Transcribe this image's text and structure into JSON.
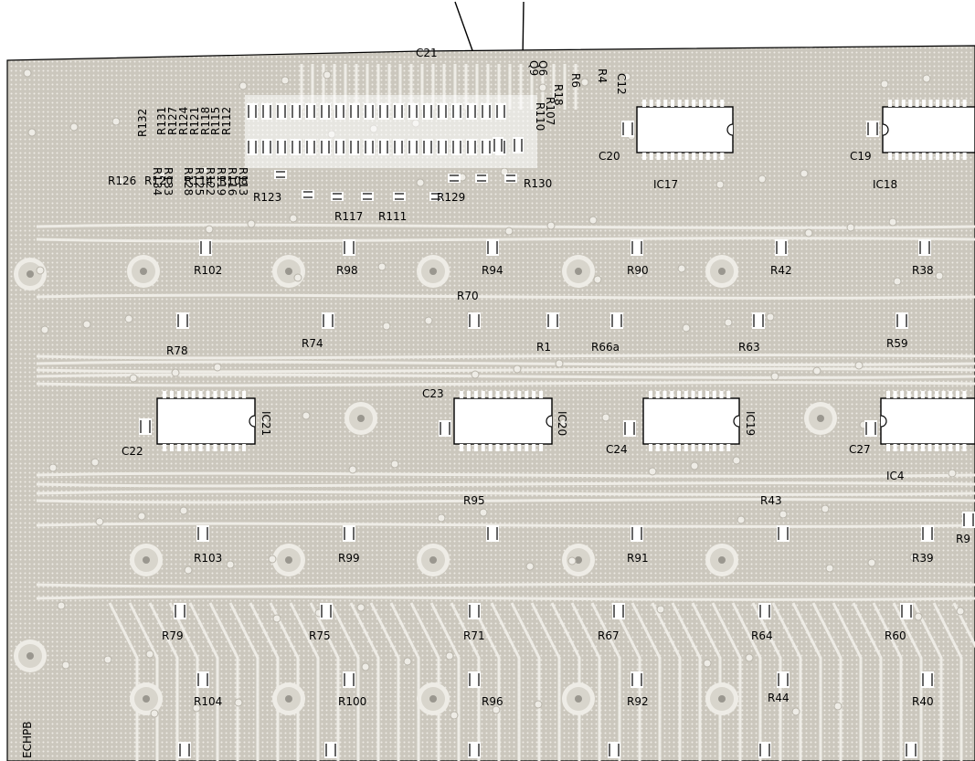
{
  "colors": {
    "board": "#cbc7bd",
    "trace": "#eeece6",
    "ink": "#000000",
    "background": "#ffffff"
  },
  "labels": {
    "resistor_grid_row1": [
      "R112",
      "R115",
      "R118",
      "R121",
      "R124",
      "R127",
      "R131",
      "R132"
    ],
    "resistor_grid_row2": [
      "R113",
      "R116",
      "R119",
      "R122",
      "R125",
      "R128",
      "R133",
      "R134"
    ],
    "top_partial": [
      "C21",
      "R18",
      "R107",
      "R110",
      "R6",
      "R4",
      "C12",
      "Q6",
      "Q9"
    ],
    "row_r126": [
      "R126",
      "R120",
      "R114",
      "R108"
    ],
    "mid_small": [
      "R123",
      "R117",
      "R111",
      "R129",
      "R130"
    ],
    "ic_upper": [
      "C20",
      "IC17",
      "C19",
      "IC18"
    ],
    "row_upper": [
      "R102",
      "R98",
      "R94",
      "R90",
      "R42",
      "R38"
    ],
    "row_r70": [
      "R70",
      "R78",
      "R74",
      "R1",
      "R66a",
      "R63",
      "R59"
    ],
    "ic_mid": [
      "C23",
      "C22",
      "IC21",
      "IC20",
      "C24",
      "IC19",
      "C27",
      "IC4"
    ],
    "row_r95": [
      "R95",
      "R43",
      "R9"
    ],
    "row_lower": [
      "R103",
      "R99",
      "R91",
      "R39"
    ],
    "row_r79": [
      "R79",
      "R75",
      "R71",
      "R67",
      "R64",
      "R60"
    ],
    "row_bottom": [
      "R104",
      "R100",
      "R96",
      "R92",
      "R44",
      "R40"
    ],
    "edge_text": "ECHPB"
  }
}
